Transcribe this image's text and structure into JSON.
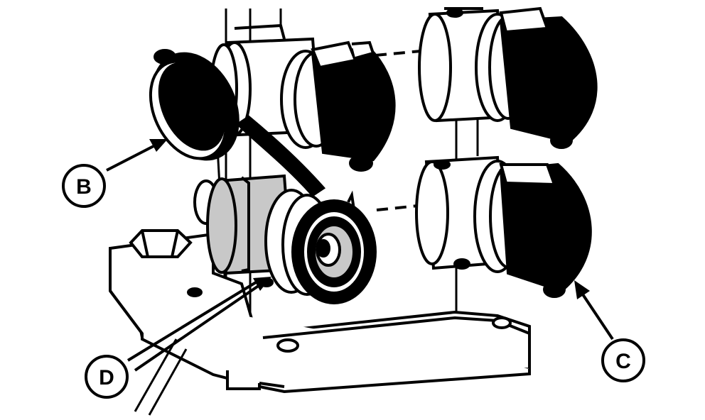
{
  "colors": {
    "ink": "#000000",
    "paper": "#ffffff",
    "highlight": "#c8c8c8"
  },
  "callouts": [
    {
      "id": "B",
      "label": "B",
      "target": "dust-cap-open"
    },
    {
      "id": "C",
      "label": "C",
      "target": "dust-cap-closed-lower-right"
    },
    {
      "id": "D",
      "label": "D",
      "target": "highlighted-coupler"
    }
  ]
}
